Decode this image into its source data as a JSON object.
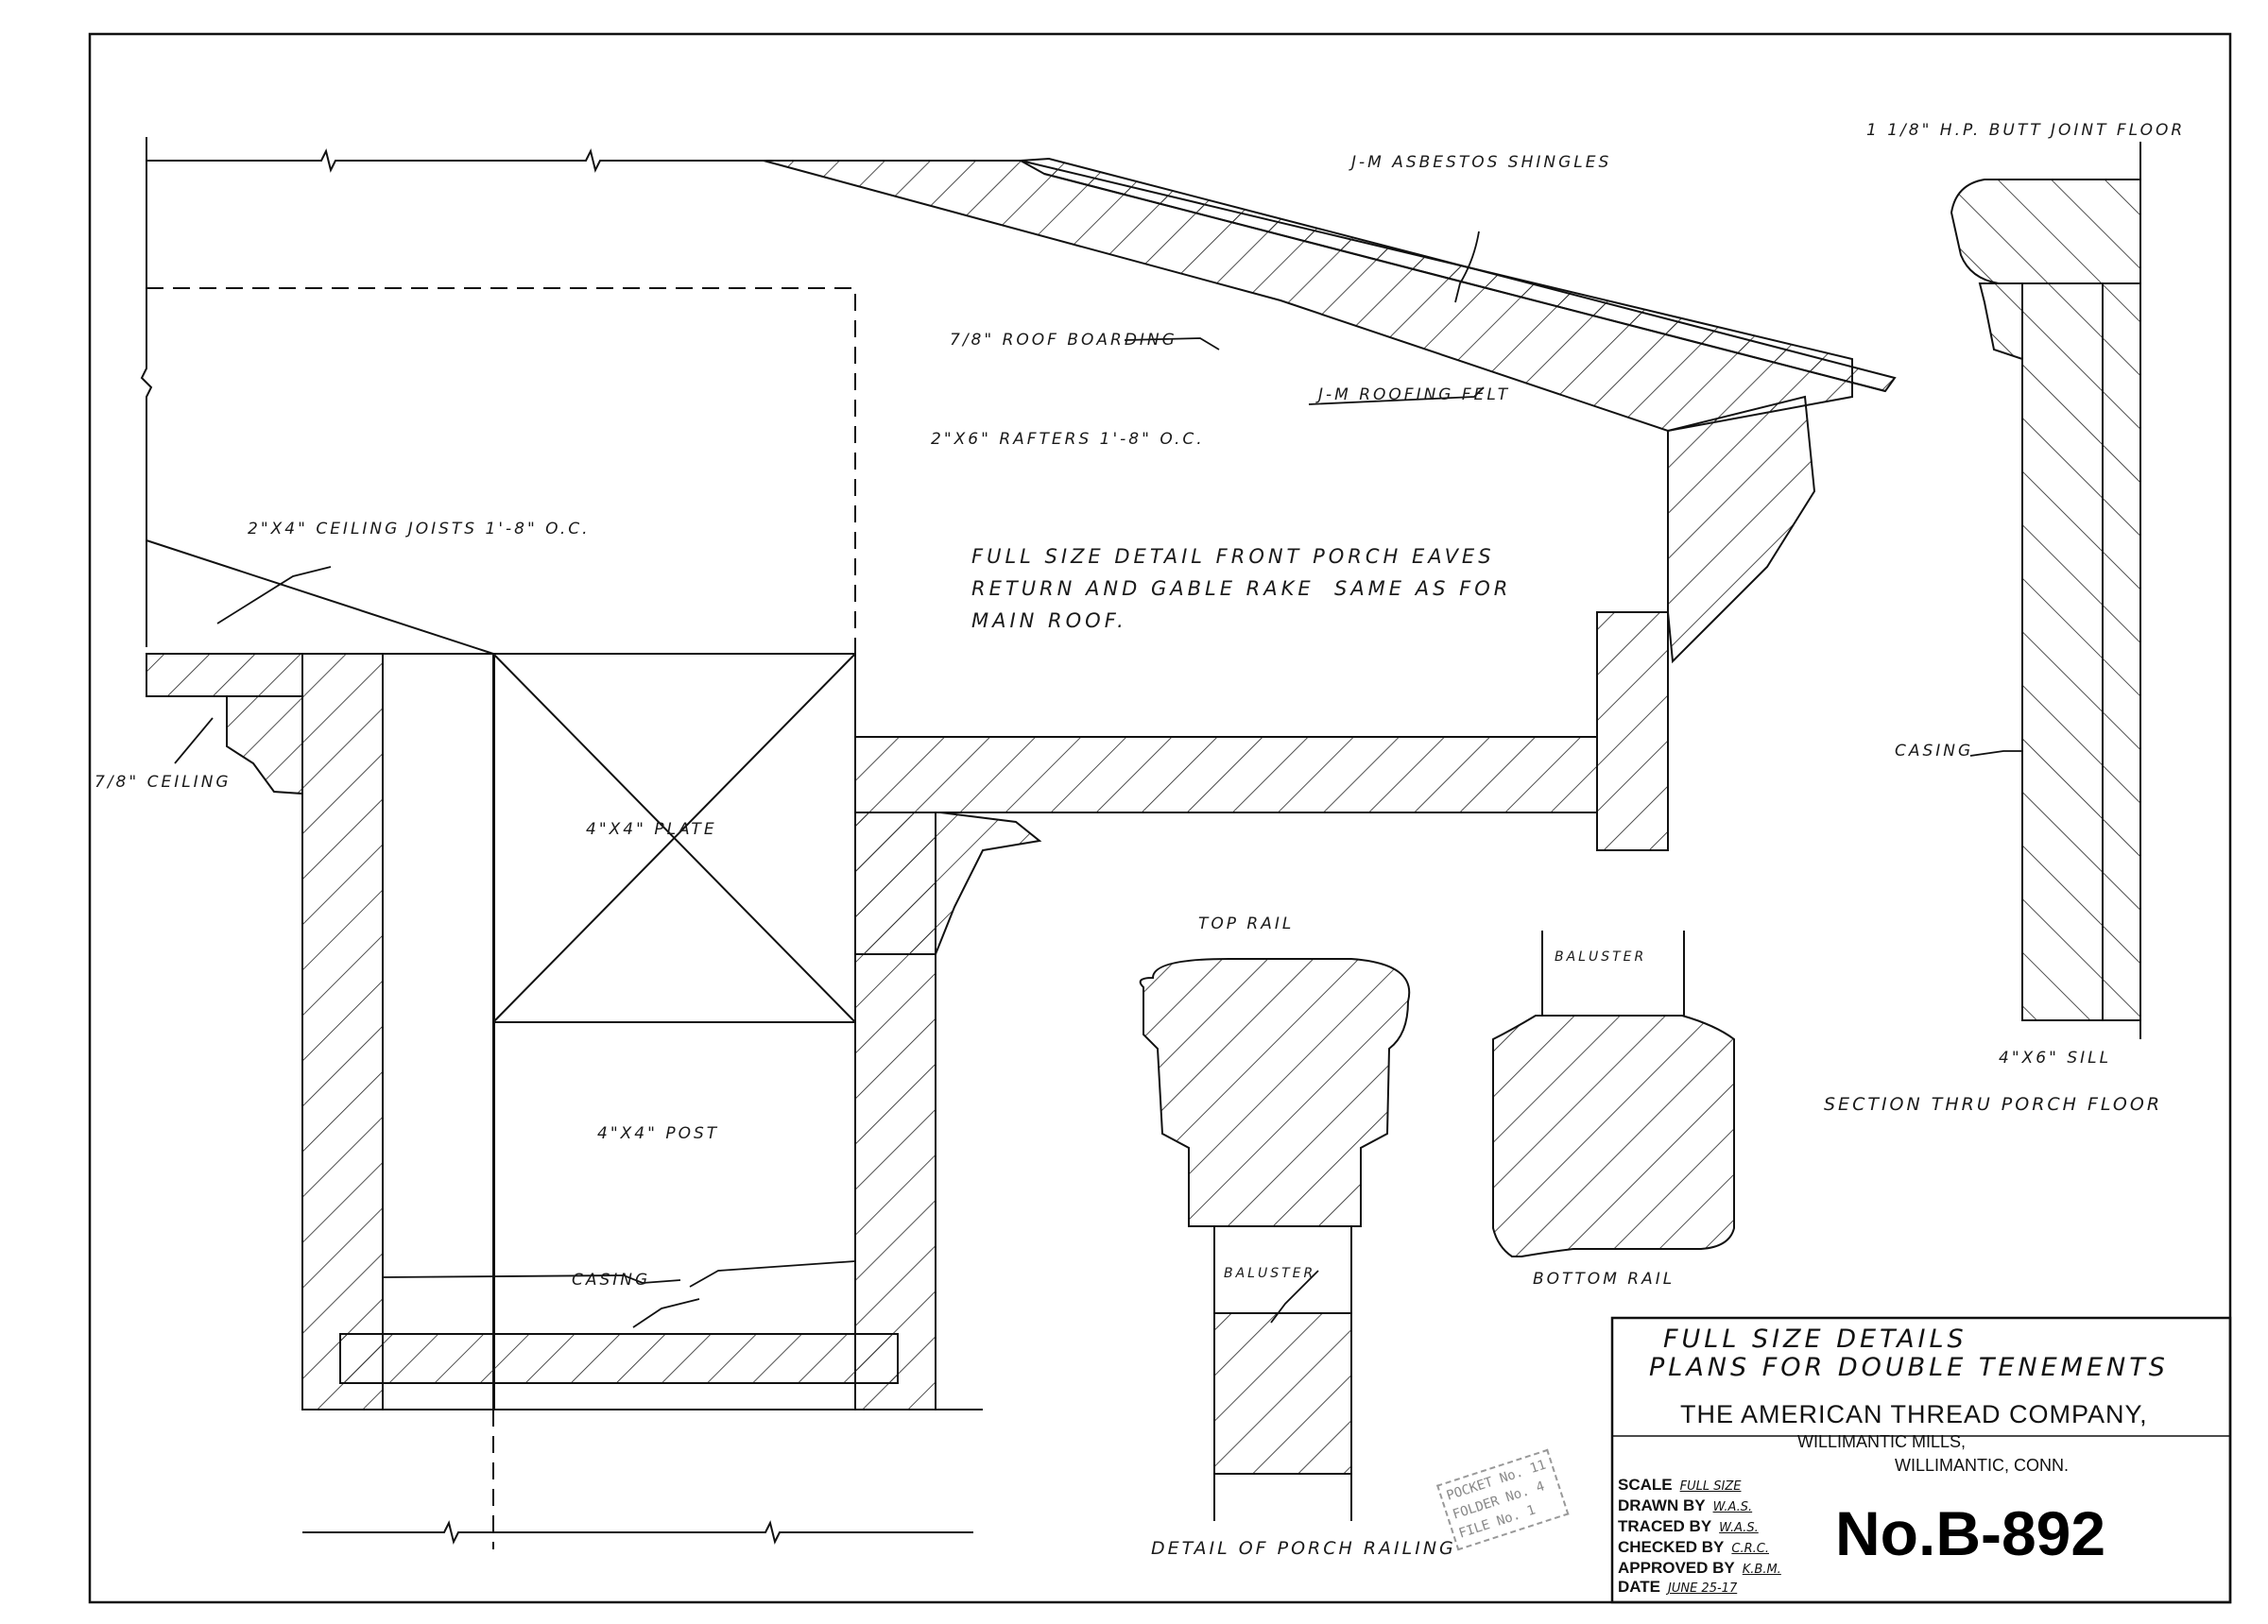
{
  "annotations": {
    "asbestos_shingles": "J-M ASBESTOS SHINGLES",
    "roof_boarding": "7/8\" ROOF BOARDING",
    "roofing_felt": "J-M ROOFING FELT",
    "rafters": "2\"x6\" RAFTERS 1'-8\" O.C.",
    "ceiling_joists": "2\"x4\" CEILING JOISTS 1'-8\" O.C.",
    "ceiling": "7/8\" CEILING",
    "plate": "4\"x4\" PLATE",
    "post": "4\"x4\" POST",
    "casing_post": "CASING",
    "note": "FULL SIZE DETAIL FRONT PORCH EAVES\nRETURN AND GABLE RAKE  SAME AS FOR\nMAIN ROOF.",
    "butt_joint_floor": "1 1/8\" H.P. BUTT JOINT FLOOR",
    "casing_floor": "CASING",
    "sill": "4\"x6\" SILL",
    "section_floor": "SECTION THRU PORCH FLOOR",
    "top_rail": "TOP RAIL",
    "baluster_top": "BALUSTER",
    "baluster_bottom": "BALUSTER",
    "bottom_rail": "BOTTOM RAIL",
    "detail_railing": "DETAIL OF PORCH RAILING"
  },
  "title_block": {
    "title_line1": "FULL SIZE DETAILS",
    "title_line2": "PLANS FOR DOUBLE TENEMENTS",
    "company": "THE AMERICAN THREAD COMPANY,",
    "mills": "WILLIMANTIC MILLS,",
    "location": "WILLIMANTIC, CONN.",
    "scale_label": "SCALE",
    "scale_value": "FULL SIZE",
    "drawn_label": "DRAWN BY",
    "drawn_value": "W.A.S.",
    "traced_label": "TRACED BY",
    "traced_value": "W.A.S.",
    "checked_label": "CHECKED BY",
    "checked_value": "C.R.C.",
    "approved_label": "APPROVED BY",
    "approved_value": "K.B.M.",
    "date_label": "DATE",
    "date_value": "JUNE 25-17",
    "drawing_number": "No.B-892"
  },
  "stamp": {
    "line1": "POCKET No. 11",
    "line2": "FOLDER No. 4",
    "line3": "FILE No. 1"
  }
}
